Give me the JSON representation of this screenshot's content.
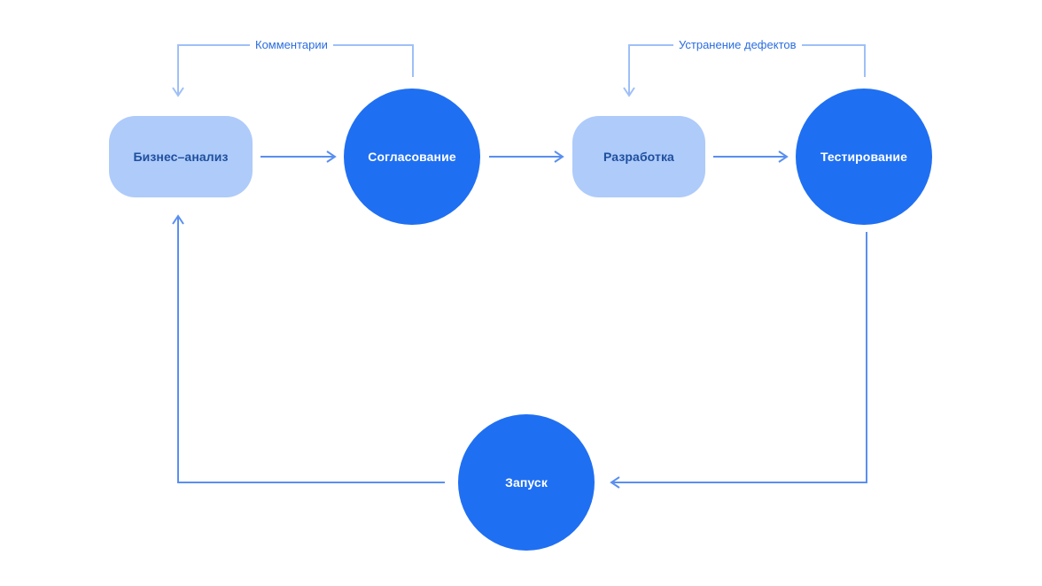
{
  "colors": {
    "circle_fill": "#1f6ff2",
    "pill_fill": "#aecbfa",
    "pill_text": "#1f4f9e",
    "main_arrow": "#5a8ff0",
    "feedback_arrow": "#9fc0f7",
    "label_text": "#2b6de0"
  },
  "nodes": {
    "business_analysis": "Бизнес–анализ",
    "approval": "Согласование",
    "development": "Разработка",
    "testing": "Тестирование",
    "launch": "Запуск"
  },
  "loops": {
    "comments": "Комментарии",
    "defect_fixing": "Устранение дефектов"
  }
}
